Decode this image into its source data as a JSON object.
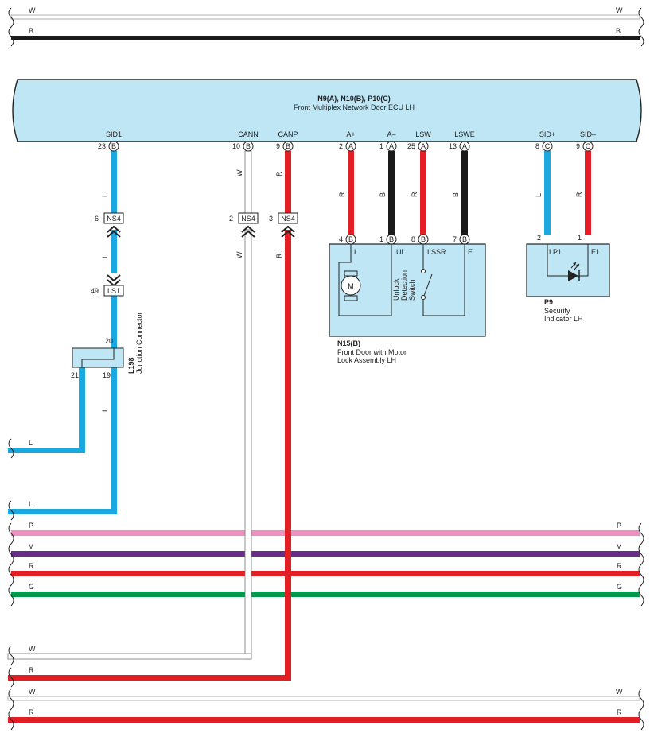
{
  "ecu": {
    "ids": "N9(A), N10(B), P10(C)",
    "name": "Front Multiplex Network Door ECU LH",
    "terminals": [
      {
        "name": "SID1",
        "pin": "23",
        "conn": "B"
      },
      {
        "name": "CANN",
        "pin": "10",
        "conn": "B"
      },
      {
        "name": "CANP",
        "pin": "9",
        "conn": "B"
      },
      {
        "name": "A+",
        "pin": "2",
        "conn": "A"
      },
      {
        "name": "A–",
        "pin": "1",
        "conn": "A"
      },
      {
        "name": "LSW",
        "pin": "25",
        "conn": "A"
      },
      {
        "name": "LSWE",
        "pin": "13",
        "conn": "A"
      },
      {
        "name": "SID+",
        "pin": "8",
        "conn": "C"
      },
      {
        "name": "SID–",
        "pin": "9",
        "conn": "C"
      }
    ]
  },
  "top_buses": [
    {
      "left": "W",
      "right": "W",
      "color": "#d8d8d8"
    },
    {
      "left": "B",
      "right": "B",
      "color": "#1a1a1a"
    }
  ],
  "bottom_buses": [
    {
      "left": "P",
      "right": "P",
      "color": "#ef8ec0"
    },
    {
      "left": "V",
      "right": "V",
      "color": "#6a2c8c"
    },
    {
      "left": "R",
      "right": "R",
      "color": "#e31e24"
    },
    {
      "left": "G",
      "right": "G",
      "color": "#00994c"
    }
  ],
  "end_wires": [
    {
      "left": "L",
      "right": "",
      "color": "#1aa8e0"
    },
    {
      "left": "L",
      "right": "",
      "color": "#1aa8e0"
    },
    {
      "left": "W",
      "right": "",
      "color": "#e0e0e0"
    },
    {
      "left": "R",
      "right": "",
      "color": "#e31e24"
    },
    {
      "left": "W",
      "right": "W",
      "color": "#e0e0e0"
    },
    {
      "left": "R",
      "right": "R",
      "color": "#e31e24"
    }
  ],
  "inline_connectors": [
    {
      "pin": "6",
      "name": "NS4"
    },
    {
      "pin": "2",
      "name": "NS4"
    },
    {
      "pin": "3",
      "name": "NS4"
    },
    {
      "pin": "49",
      "name": "LS1"
    }
  ],
  "junction": {
    "id": "L198",
    "name": "Junction Connector",
    "pins": [
      "20",
      "21",
      "19"
    ]
  },
  "door_lock": {
    "id": "N15(B)",
    "name_line1": "Front Door with Motor",
    "name_line2": "Lock Assembly LH",
    "pins": [
      {
        "pin": "4",
        "conn": "B",
        "name": "L"
      },
      {
        "pin": "1",
        "conn": "B",
        "name": "UL"
      },
      {
        "pin": "8",
        "conn": "B",
        "name": "LSSR"
      },
      {
        "pin": "7",
        "conn": "B",
        "name": "E"
      }
    ],
    "motor_symbol": "M",
    "switch_label": [
      "Unlock",
      "Detection",
      "Switch"
    ]
  },
  "indicator": {
    "id": "P9",
    "name_line1": "Security",
    "name_line2": "Indicator LH",
    "pins": [
      {
        "pin": "2",
        "name": "LP1"
      },
      {
        "pin": "1",
        "name": "E1"
      }
    ]
  },
  "wire_codes": {
    "sid1": "L",
    "cann": "W",
    "canp": "R",
    "a_plus": "R",
    "a_minus": "B",
    "lsw": "R",
    "lswe": "B",
    "sid_plus": "L",
    "sid_minus": "R"
  },
  "colors": {
    "blue": "#1aa8e0",
    "red": "#e31e24",
    "black": "#1a1a1a",
    "white_wire": "#e0e0e0",
    "ecu_fill": "#bfe6f5",
    "line": "#222222"
  }
}
